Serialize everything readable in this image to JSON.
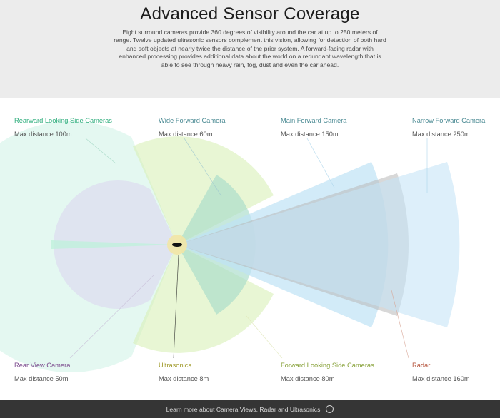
{
  "header": {
    "title": "Advanced Sensor Coverage",
    "description": "Eight surround cameras provide 360 degrees of visibility around the car at up to 250 meters of range. Twelve updated ultrasonic sensors complement this vision, allowing for detection of both hard and soft objects at nearly twice the distance of the prior system. A forward-facing radar with enhanced processing provides additional data about the world on a redundant wavelength that is able to see through heavy rain, fog, dust and even the car ahead."
  },
  "sensors": {
    "rearward_side": {
      "name": "Rearward Looking Side Cameras",
      "distance": "Max distance 100m",
      "color": "#2fae7d"
    },
    "wide_forward": {
      "name": "Wide Forward Camera",
      "distance": "Max distance 60m",
      "color": "#4a8a93"
    },
    "main_forward": {
      "name": "Main Forward Camera",
      "distance": "Max distance 150m",
      "color": "#4a8a93"
    },
    "narrow_forward": {
      "name": "Narrow Forward Camera",
      "distance": "Max distance 250m",
      "color": "#4a8a93"
    },
    "rear_view": {
      "name": "Rear View Camera",
      "distance": "Max distance 50m",
      "color": "#7b4a8d"
    },
    "ultrasonics": {
      "name": "Ultrasonics",
      "distance": "Max distance 8m",
      "color": "#a09a2a"
    },
    "forward_side": {
      "name": "Forward Looking Side Cameras",
      "distance": "Max distance 80m",
      "color": "#88a23a"
    },
    "radar": {
      "name": "Radar",
      "distance": "Max distance 160m",
      "color": "#b5533b"
    }
  },
  "footer": {
    "link": "Learn more about Camera Views, Radar and Ultrasonics",
    "icon": "minus-circle-icon"
  }
}
